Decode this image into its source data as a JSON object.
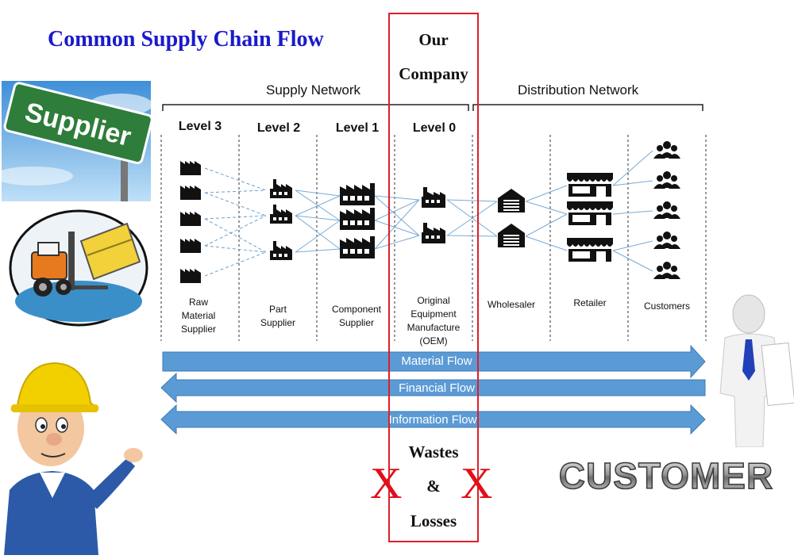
{
  "title": "Common Supply Chain Flow",
  "company_box": {
    "line1": "Our",
    "line2": "Company",
    "wastes": "Wastes",
    "amp": "&",
    "losses": "Losses",
    "x_mark": "X"
  },
  "networks": {
    "supply": "Supply Network",
    "distribution": "Distribution Network"
  },
  "levels": [
    "Level 3",
    "Level 2",
    "Level 1",
    "Level 0"
  ],
  "roles": {
    "raw": [
      "Raw",
      "Material",
      "Supplier"
    ],
    "part": [
      "Part",
      "Supplier"
    ],
    "component": [
      "Component",
      "Supplier"
    ],
    "oem": [
      "Original",
      "Equipment",
      "Manufacture",
      "(OEM)"
    ],
    "wholesaler": [
      "Wholesaler"
    ],
    "retailer": [
      "Retailer"
    ],
    "customers": [
      "Customers"
    ]
  },
  "flows": {
    "material": "Material Flow",
    "financial": "Financial Flow",
    "information": "Information Flow"
  },
  "signs": {
    "supplier": "Supplier",
    "customer": "CUSTOMER"
  },
  "colors": {
    "title": "#1a1acc",
    "company_box": "#dd1f2a",
    "arrow": "#5b9bd5",
    "x_mark": "#e0101a"
  }
}
